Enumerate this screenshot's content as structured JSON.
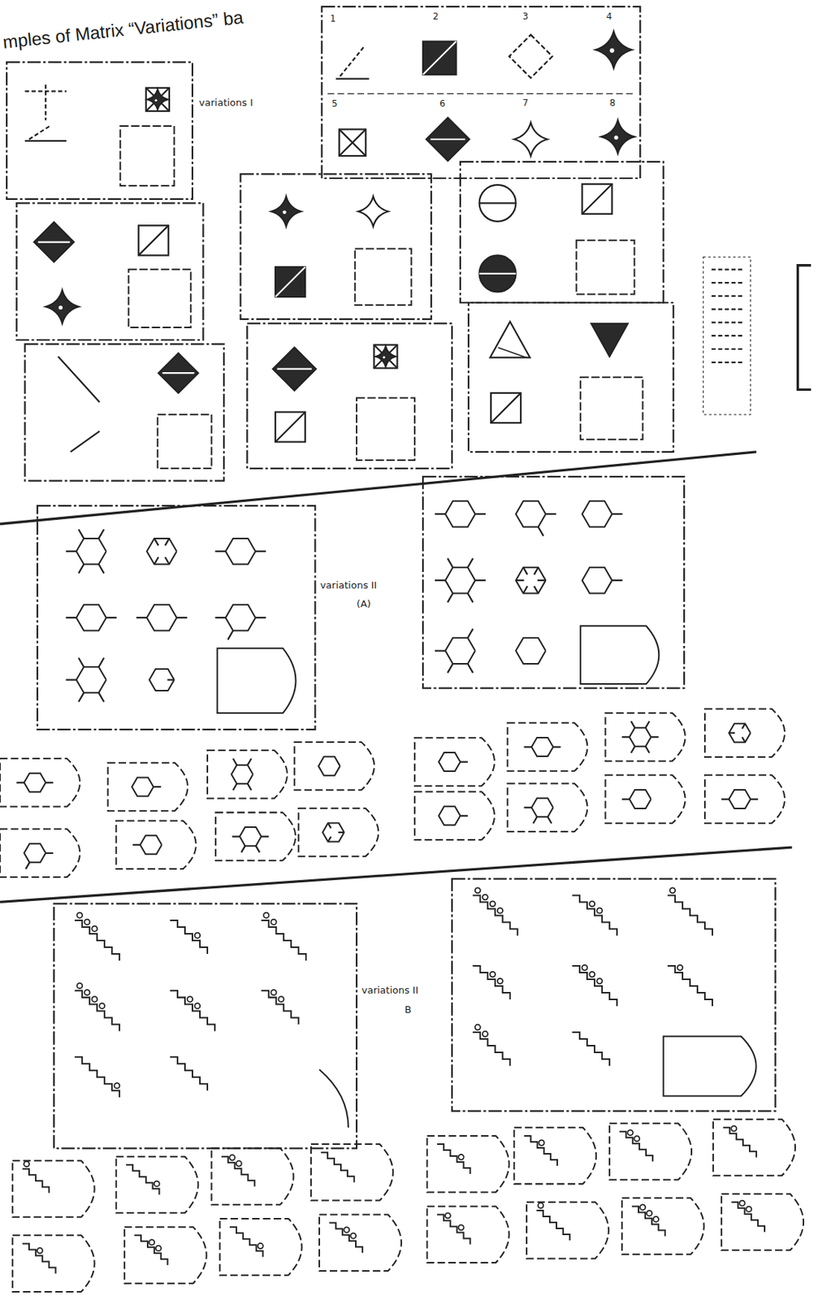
{
  "diagram": {
    "title": "mples of Matrix “Variations” ba",
    "labels": [
      "variations I",
      "1",
      "2",
      "3",
      "4",
      "5",
      "6",
      "7",
      "8",
      "variations II",
      "(A)",
      "variations II",
      "B"
    ]
  }
}
